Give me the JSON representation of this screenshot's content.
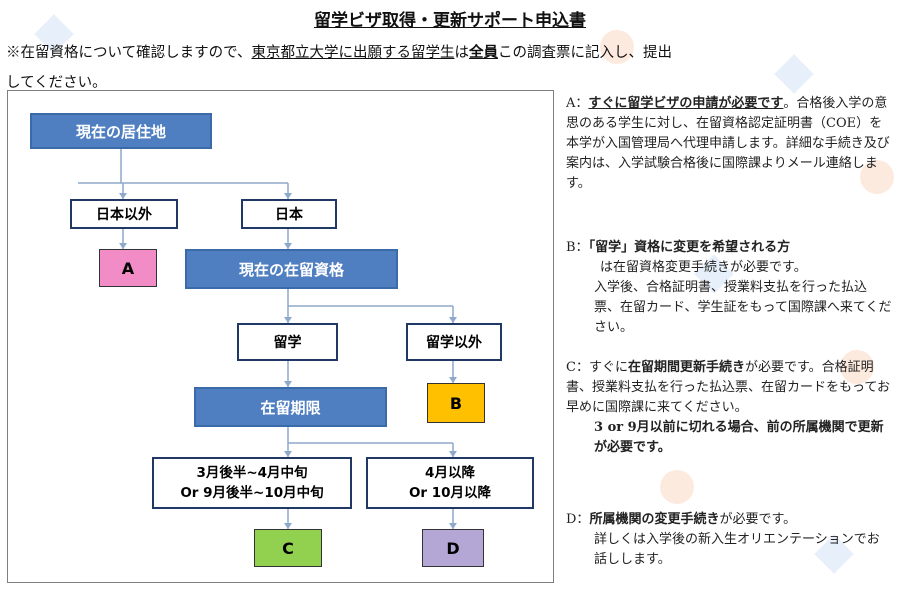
{
  "title": "留学ビザ取得・更新サポート申込書",
  "intro": {
    "p1": "※在留資格について確認しますので、",
    "p2": "東京都立大学に出願する留学生",
    "p3": "は",
    "p4": "全員",
    "p5": "この調査票に記入し、提出",
    "p6": "してください。"
  },
  "flow": {
    "residence": "現在の居住地",
    "outside_japan": "日本以外",
    "japan": "日本",
    "current_status": "現在の在留資格",
    "student": "留学",
    "other_than_student": "留学以外",
    "period": "在留期限",
    "period_1_line1": "3月後半~4月中旬",
    "period_1_line2": "Or 9月後半~10月中旬",
    "period_2_line1": "4月以降",
    "period_2_line2": "Or  10月以降",
    "a": "A",
    "b": "B",
    "c": "C",
    "d": "D"
  },
  "notes": {
    "a": {
      "prefix": "A：",
      "head": "すぐに留学ビザの申請が必要です",
      "rest": "。合格後入学の意思のある学生に対し、在留資格認定証明書（COE）を本学が入国管理局へ代理申請します。詳細な手続き及び案内は、入学試験合格後に国際課よりメール連絡します。"
    },
    "b": {
      "prefix": "B：",
      "head": "「留学」資格に変更を希望される方",
      "line2": "は在留資格変更手続きが必要です。",
      "rest": "入学後、合格証明書、授業料支払を行った払込票、在留カード、学生証をもって国際課へ来てください。"
    },
    "c": {
      "prefix": "C：すぐに",
      "head": "在留期間更新手続き",
      "rest": "が必要です。合格証明書、授業料支払を行った払込票、在留カードをもってお早めに国際課に来てください。",
      "extra": "3 or 9月以前に切れる場合、前の所属機関で更新が必要です。"
    },
    "d": {
      "prefix": "D：",
      "head": "所属機関の変更手続き",
      "rest": "が必要です。",
      "line2": "詳しくは入学後の新入生オリエンテーションでお話しします。"
    }
  }
}
